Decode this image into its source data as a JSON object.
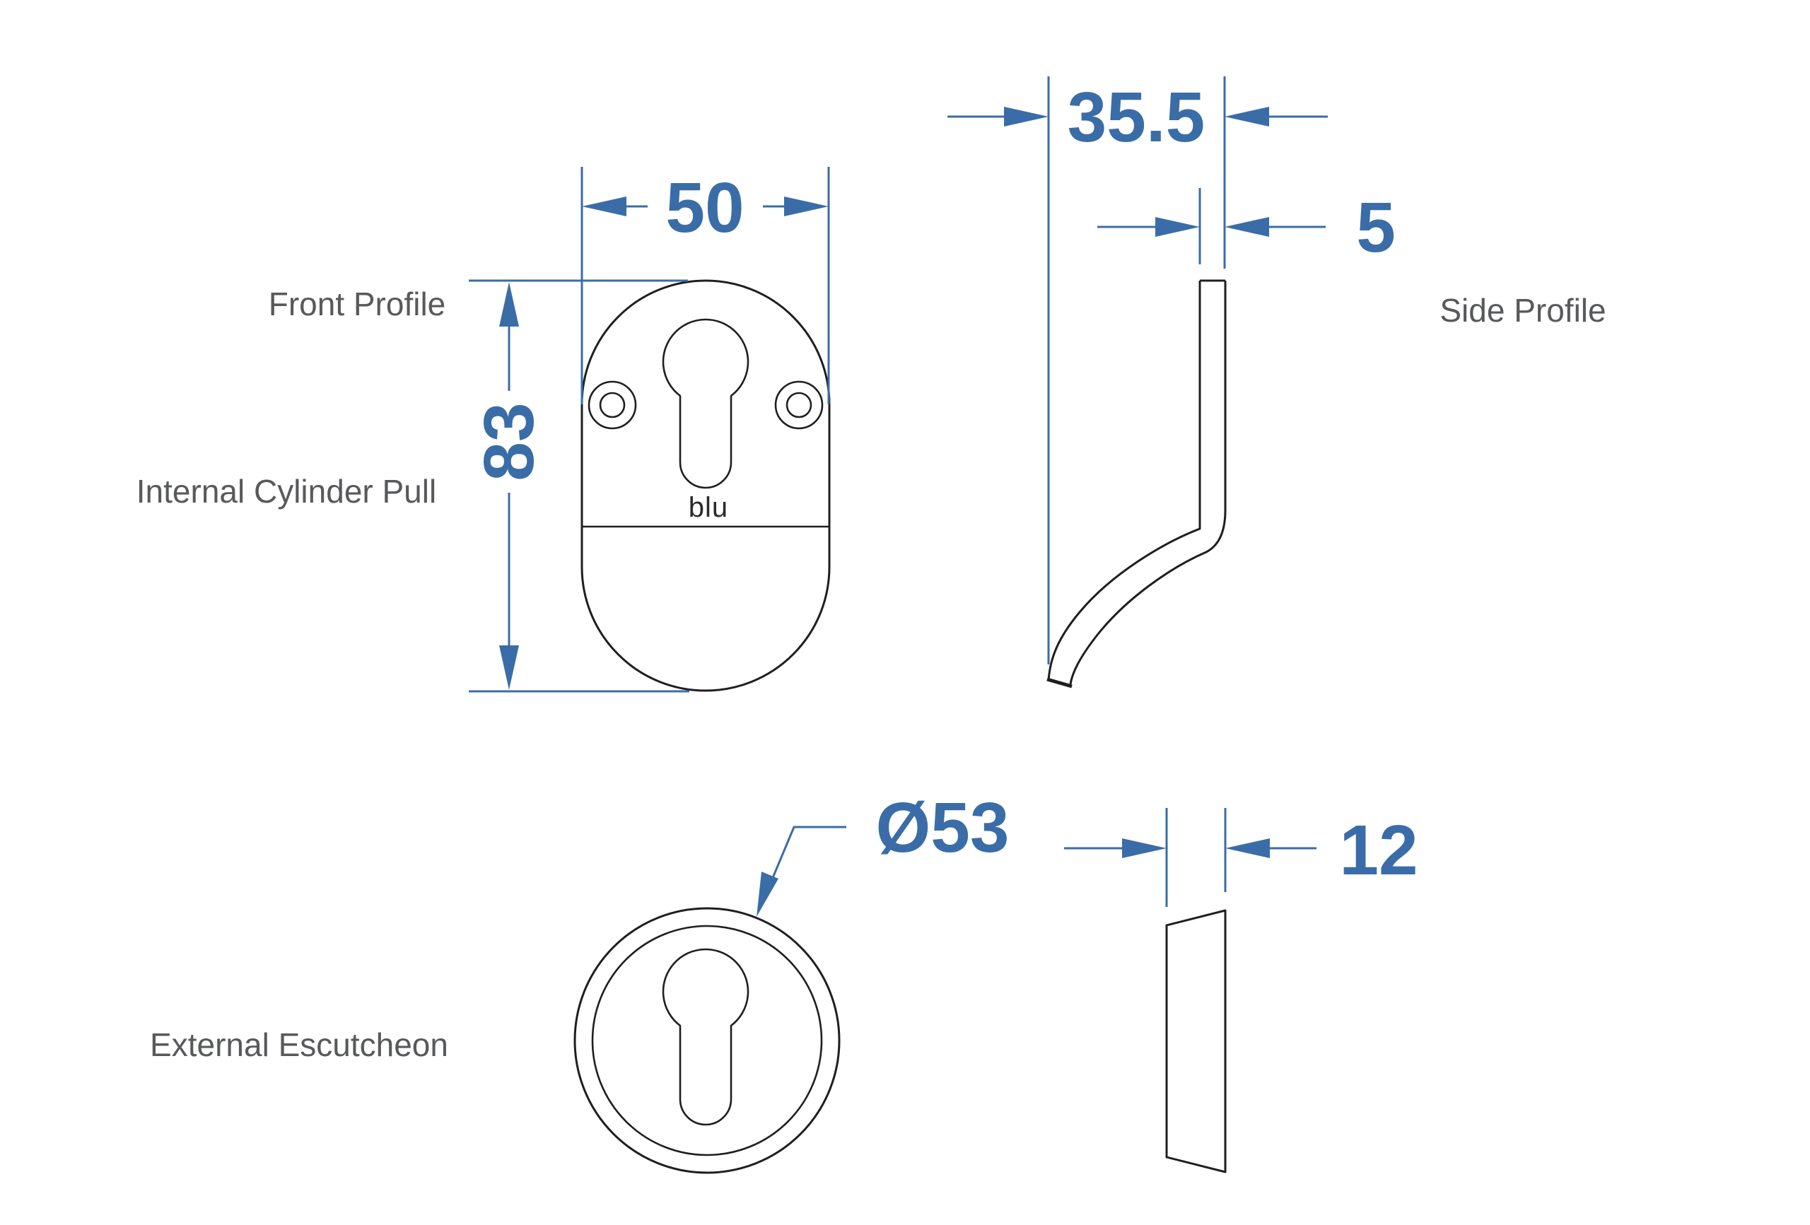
{
  "drawing": {
    "description": "Technical dimension drawing of a cylinder pull and escutcheon",
    "logo": "blu",
    "views": {
      "front": {
        "label": "Front Profile"
      },
      "side": {
        "label": "Side Profile"
      },
      "internal": {
        "label": "Internal Cylinder Pull"
      },
      "external": {
        "label": "External Escutcheon"
      }
    },
    "dimensions": {
      "pull_width": "50",
      "pull_height": "83",
      "pull_depth": "35.5",
      "plate_thickness": "5",
      "escutcheon_diameter": "Ø53",
      "escutcheon_depth": "12"
    },
    "colors": {
      "dimension_blue": "#3A6DA7",
      "label_gray": "#58595B",
      "outline_black": "#1F1F1F",
      "background": "#FFFFFF"
    }
  }
}
